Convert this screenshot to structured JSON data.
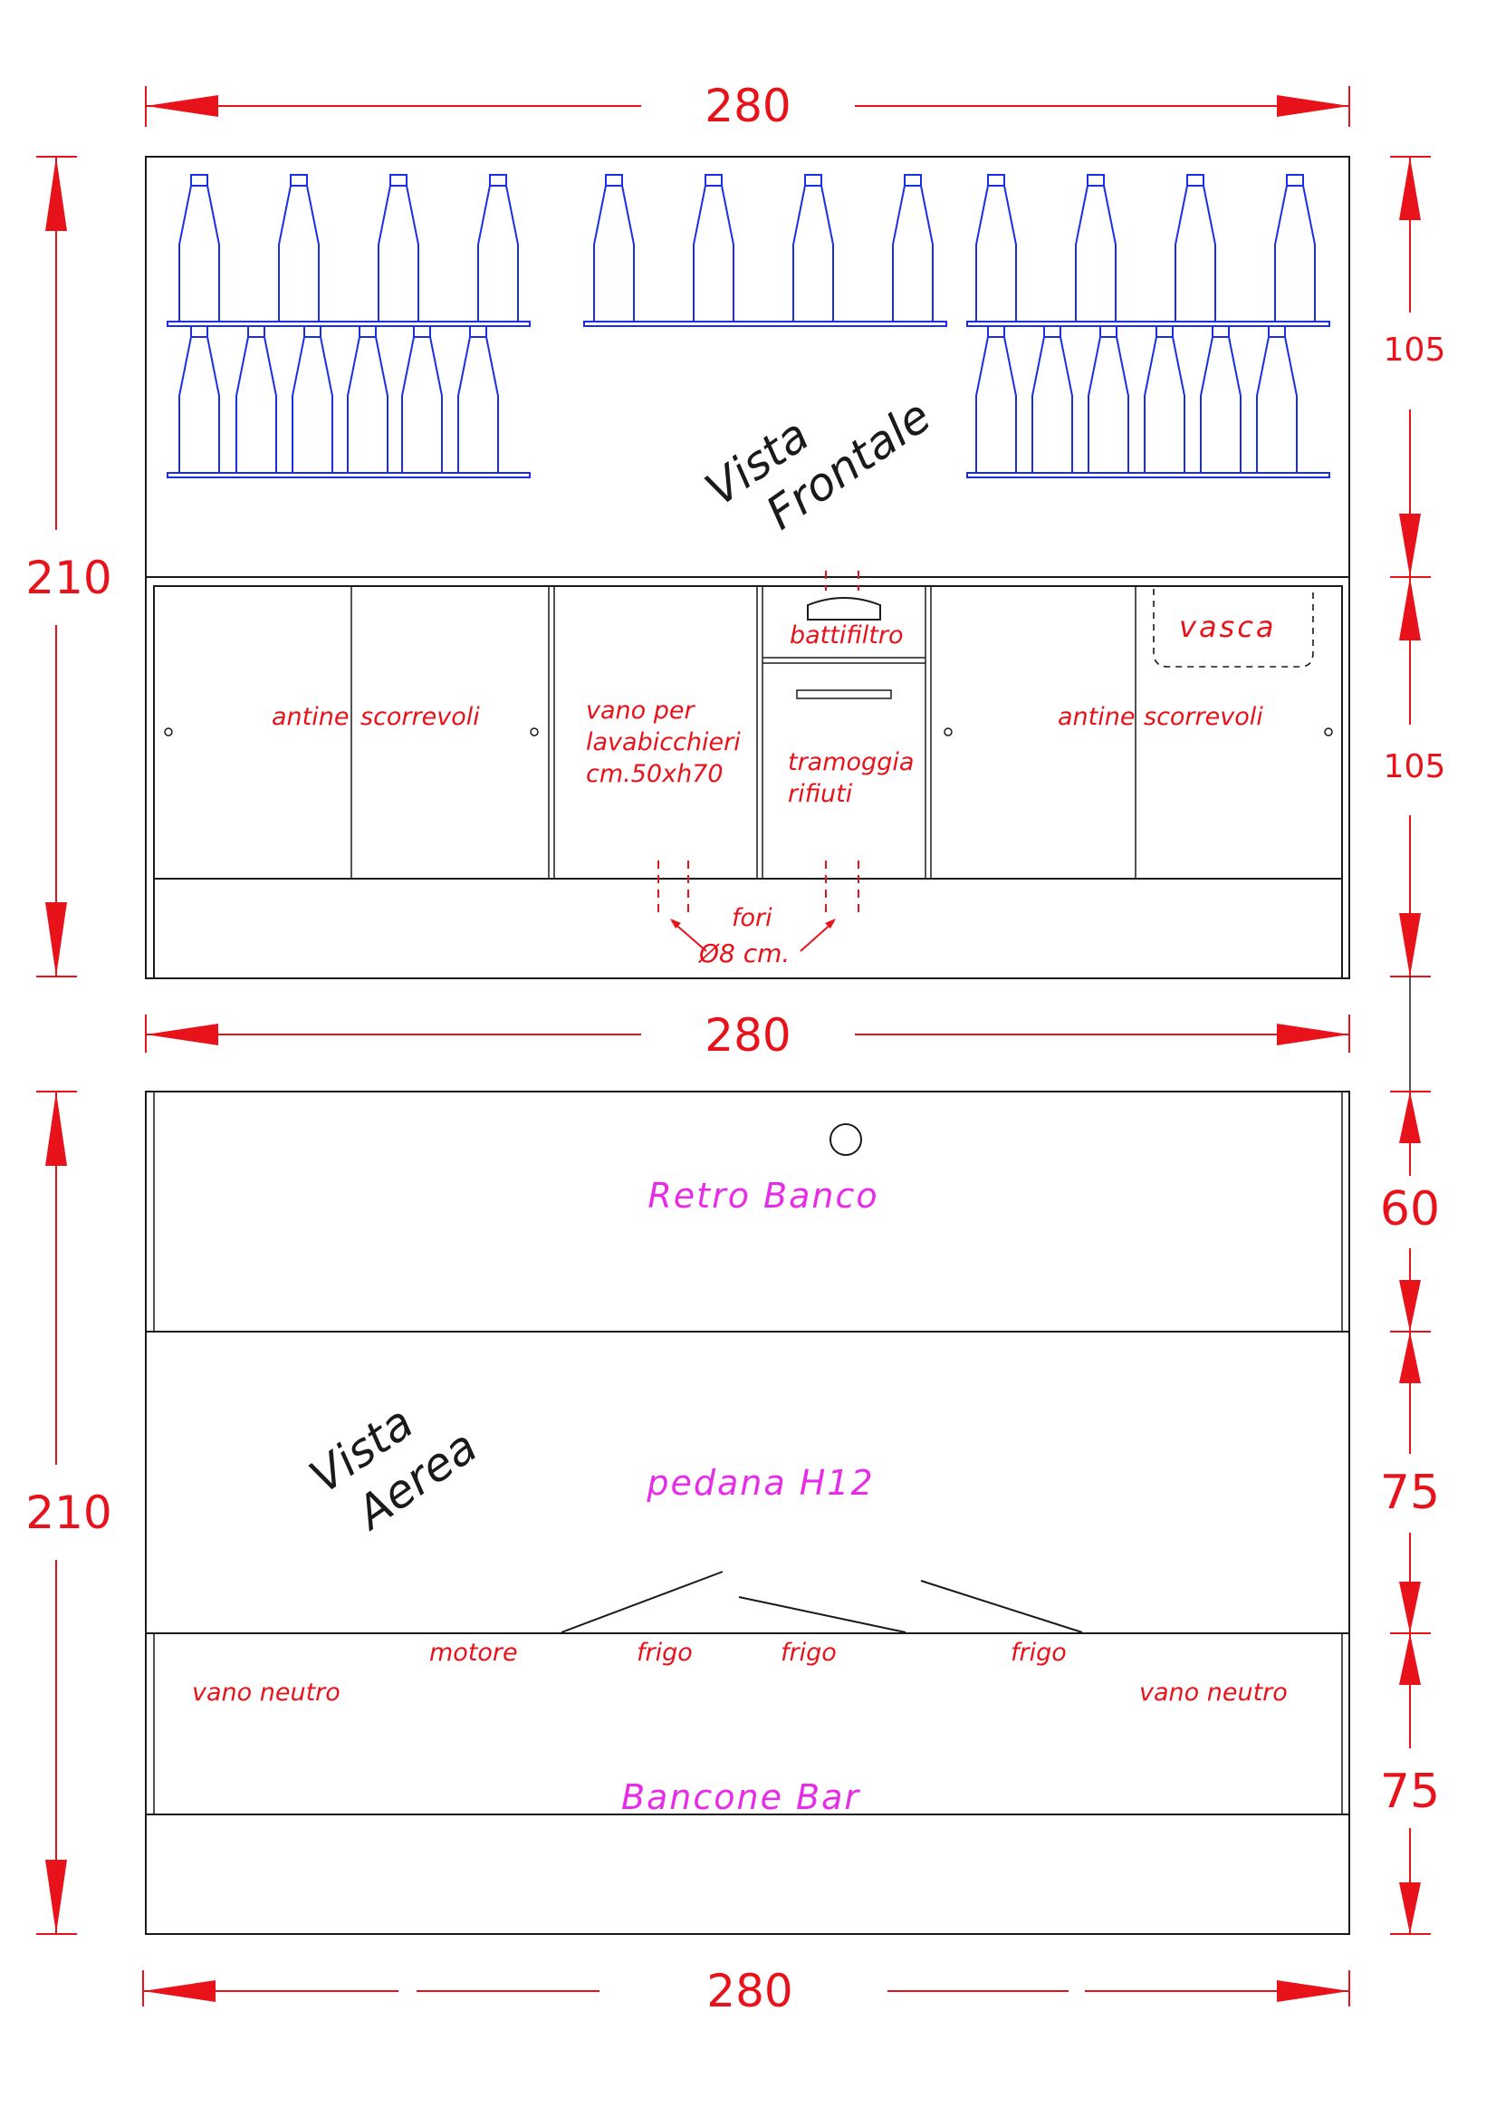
{
  "dimensions": {
    "top_width": "280",
    "middle_width": "280",
    "bottom_width": "280",
    "front_height": "210",
    "aerial_height": "210",
    "right_upper": "105",
    "right_lower": "105",
    "right_aerial_1": "60",
    "right_aerial_2": "75",
    "right_aerial_3": "75"
  },
  "front_view": {
    "title_line1": "Vista",
    "title_line2": "Frontale",
    "sliding_doors_left": [
      "antine",
      "scorrevoli"
    ],
    "sliding_doors_right": [
      "antine",
      "scorrevoli"
    ],
    "glasswasher": [
      "vano per",
      "lavabicchieri",
      "cm.50xh70"
    ],
    "knock_box": "battifiltro",
    "waste_hopper": [
      "tramoggia",
      "rifiuti"
    ],
    "sink": "vasca",
    "holes": [
      "fori",
      "Ø8 cm."
    ]
  },
  "aerial_view": {
    "title_line1": "Vista",
    "title_line2": "Aerea",
    "back_counter": "Retro Banco",
    "platform": "pedana H12",
    "bar_counter": "Bancone Bar",
    "motor": "motore",
    "fridge_1": "frigo",
    "fridge_2": "frigo",
    "fridge_3": "frigo",
    "neutral_left": "vano neutro",
    "neutral_right": "vano neutro"
  },
  "colors": {
    "dimension": "#e8121b",
    "label": "#e8121b",
    "zone_label": "#e62ce6",
    "bottles": "#1a2ee6",
    "outline": "#1a1a1a"
  }
}
